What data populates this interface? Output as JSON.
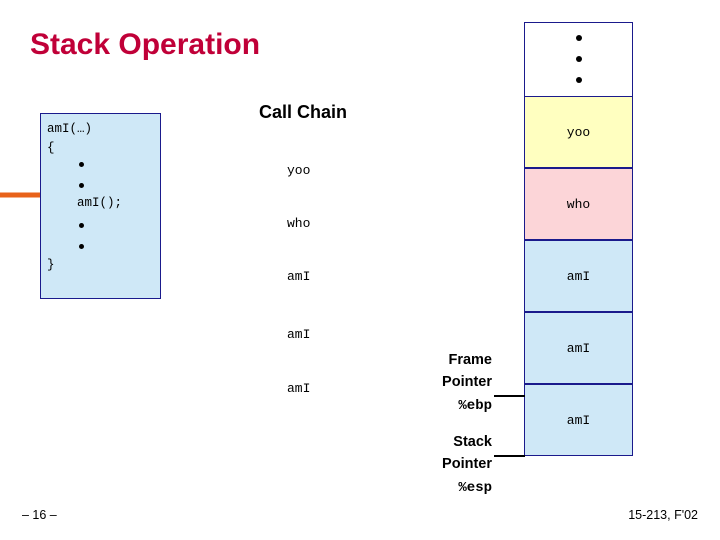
{
  "slide": {
    "title": "Stack Operation",
    "footer_left": "– 16 –",
    "footer_right": "15-213, F'02"
  },
  "code_box": {
    "lines": [
      "amI(…)",
      "{",
      "",
      "",
      "amI();",
      "",
      "",
      "}"
    ],
    "line1": "amI(…)",
    "line2": "{",
    "line5": "amI();",
    "line8": "}",
    "fill_color": "#cfe8f7",
    "border_color": "#1a1a8c"
  },
  "call_chain": {
    "heading": "Call Chain",
    "items": [
      "yoo",
      "who",
      "amI",
      "amI",
      "amI"
    ]
  },
  "stack": {
    "cells": [
      {
        "label": "",
        "fill": "#ffffff",
        "dots": true
      },
      {
        "label": "yoo",
        "fill": "#ffffc0",
        "dots": false
      },
      {
        "label": "who",
        "fill": "#fcd5d8",
        "dots": false
      },
      {
        "label": "amI",
        "fill": "#cfe8f7",
        "dots": false
      },
      {
        "label": "amI",
        "fill": "#cfe8f7",
        "dots": false
      },
      {
        "label": "amI",
        "fill": "#cfe8f7",
        "dots": false
      }
    ]
  },
  "pointers": {
    "frame_pointer_line1": "Frame",
    "frame_pointer_line2": "Pointer",
    "frame_pointer_reg": "%ebp",
    "stack_pointer_line1": "Stack",
    "stack_pointer_line2": "Pointer",
    "stack_pointer_reg": "%esp"
  },
  "colors": {
    "title": "#c00038",
    "border": "#1a1a8c",
    "arrow": "#e8621a"
  }
}
